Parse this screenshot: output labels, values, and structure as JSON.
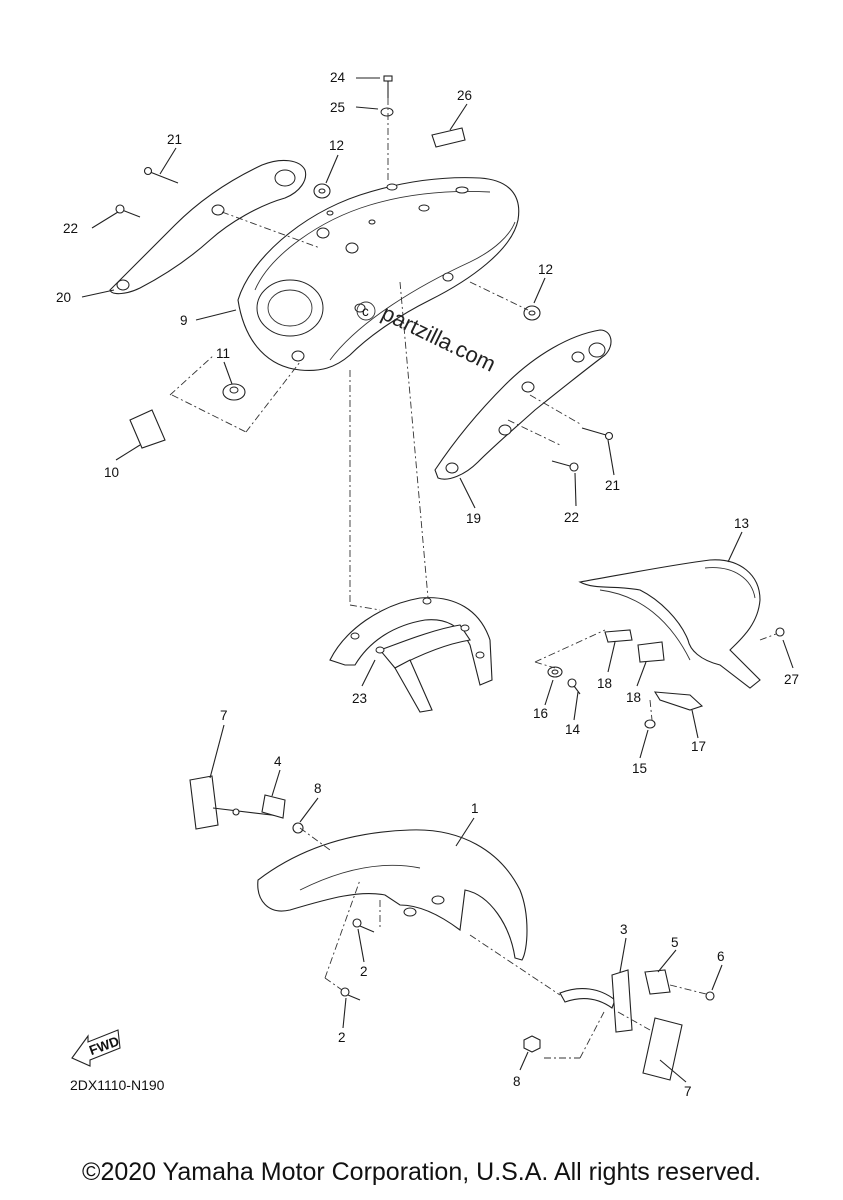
{
  "callouts": [
    "24",
    "25",
    "26",
    "21",
    "12",
    "22",
    "20",
    "9",
    "12",
    "11",
    "10",
    "19",
    "21",
    "22",
    "13",
    "23",
    "18",
    "18",
    "27",
    "16",
    "14",
    "17",
    "15",
    "7",
    "4",
    "8",
    "1",
    "2",
    "2",
    "3",
    "5",
    "6",
    "8",
    "7"
  ],
  "watermark": "partzilla.com",
  "fwd_label": "FWD",
  "diagram_code": "2DX1110-N190",
  "copyright": "©2020 Yamaha Motor Corporation, U.S.A. All rights reserved."
}
